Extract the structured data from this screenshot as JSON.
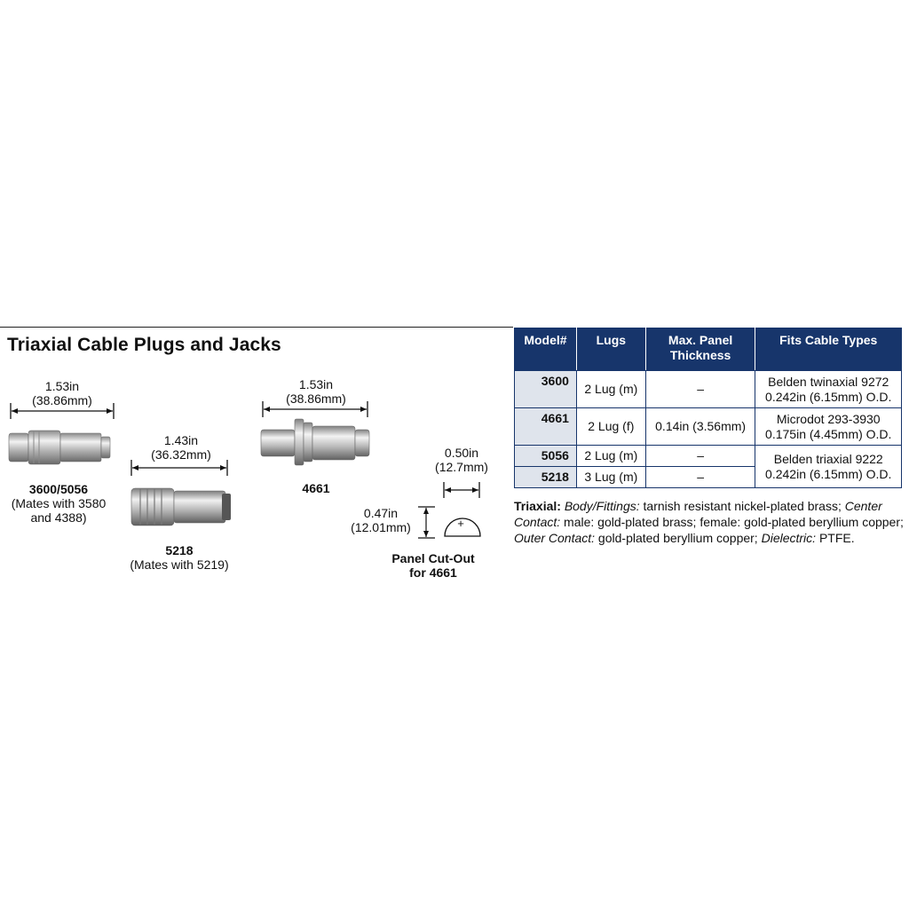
{
  "title": "Triaxial Cable Plugs and Jacks",
  "products": [
    {
      "model": "3600/5056",
      "mates": "(Mates with 3580 and 4388)",
      "mates_line1": "(Mates with 3580",
      "mates_line2": "and 4388)",
      "dim_in": "1.53in",
      "dim_mm": "(38.86mm)"
    },
    {
      "model": "5218",
      "mates": "(Mates with 5219)",
      "dim_in": "1.43in",
      "dim_mm": "(36.32mm)"
    },
    {
      "model": "4661",
      "mates": "",
      "dim_in": "1.53in",
      "dim_mm": "(38.86mm)"
    }
  ],
  "panel_cutout": {
    "label_line1": "Panel Cut-Out",
    "label_line2": "for 4661",
    "width_in": "0.50in",
    "width_mm": "(12.7mm)",
    "height_in": "0.47in",
    "height_mm": "(12.01mm)",
    "center_mark": "+"
  },
  "table": {
    "headers": [
      "Model#",
      "Lugs",
      "Max. Panel Thickness",
      "Fits Cable Types"
    ],
    "header_thickness_line1": "Max. Panel",
    "header_thickness_line2": "Thickness",
    "rows": [
      {
        "model": "3600",
        "lugs": "2 Lug (m)",
        "thickness": "–",
        "cable_line1": "Belden twinaxial 9272",
        "cable_line2": "0.242in (6.15mm) O.D."
      },
      {
        "model": "4661",
        "lugs": "2 Lug (f)",
        "thickness": "0.14in (3.56mm)",
        "cable_line1": "Microdot 293-3930",
        "cable_line2": "0.175in (4.45mm) O.D."
      },
      {
        "model": "5056",
        "lugs": "2 Lug (m)",
        "thickness": "–",
        "cable_line1": "Belden triaxial 9222",
        "cable_line2": "0.242in (6.15mm) O.D."
      },
      {
        "model": "5218",
        "lugs": "3 Lug (m)",
        "thickness": "–"
      }
    ]
  },
  "notes": {
    "prefix": "Triaxial:",
    "body_label": "Body/Fittings:",
    "body_value": " tarnish resistant nickel-plated brass; ",
    "center_label": "Center Contact:",
    "center_value": " male: gold-plated brass; female: gold-plated beryllium copper; ",
    "outer_label": "Outer Contact:",
    "outer_value": " gold-plated beryllium copper; ",
    "dielectric_label": "Dielectric:",
    "dielectric_value": " PTFE."
  },
  "colors": {
    "header_bg": "#17356b",
    "model_cell_bg": "#dfe4ec",
    "metal_light": "#e6e6e6",
    "metal_dark": "#7a7a7a"
  }
}
